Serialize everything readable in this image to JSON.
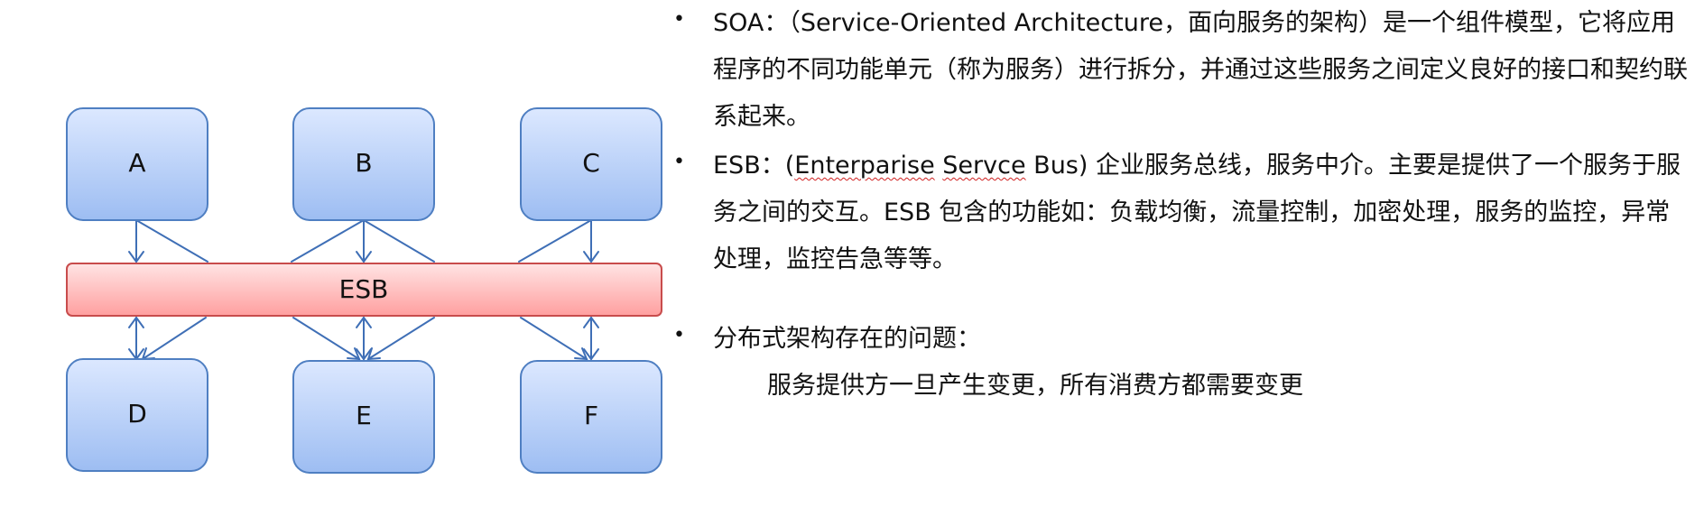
{
  "diagram": {
    "providers": [
      "A",
      "B",
      "C"
    ],
    "bus_label": "ESB",
    "consumers": [
      "D",
      "E",
      "F"
    ]
  },
  "bullets": {
    "soa": " SOA：（Service-Oriented Architecture，面向服务的架构）是一个组件模型，它将应用程序的不同功能单元（称为服务）进行拆分，并通过这些服务之间定义良好的接口和契约联系起来。",
    "esb_prefix": "ESB：(",
    "esb_word1": "Enterparise",
    "esb_space": " ",
    "esb_word2": "Servce",
    "esb_rest": " Bus) 企业服务总线，服务中介。主要是提供了一个服务于服务之间的交互。ESB 包含的功能如：负载均衡，流量控制，加密处理，服务的监控，异常处理，监控告急等等。",
    "problem_title": "分布式架构存在的问题：",
    "problem_detail": "服务提供方一旦产生变更，所有消费方都需要变更"
  },
  "colors": {
    "service_box_fill_top": "#dce8ff",
    "service_box_fill_bottom": "#9dbdf2",
    "service_box_stroke": "#4f7fc2",
    "bus_fill_top": "#ffe4e4",
    "bus_fill_bottom": "#ff9f9f",
    "bus_stroke": "#c84c4c",
    "connector": "#3f6fb6"
  }
}
